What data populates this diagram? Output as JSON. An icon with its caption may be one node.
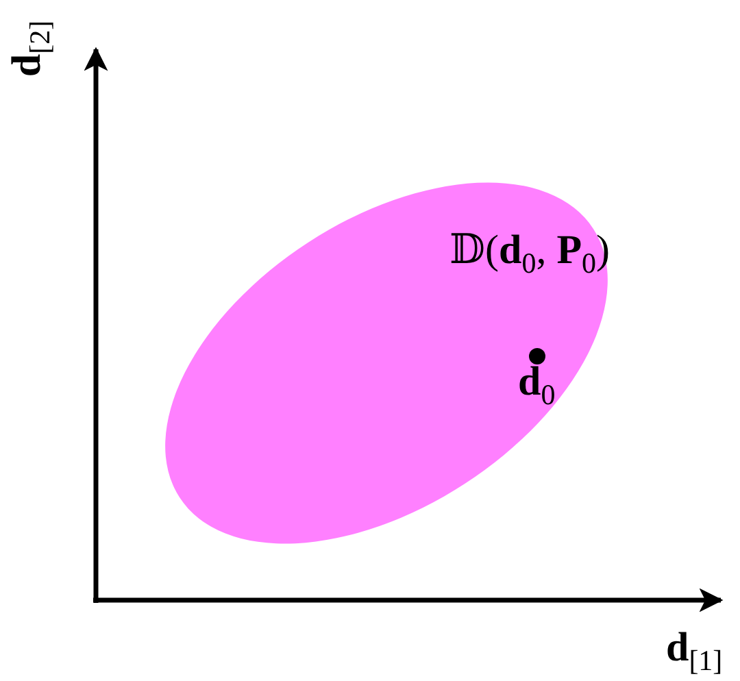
{
  "diagram": {
    "nodes": [
      {
        "text": [
          "𝔻(**d**$_{0}$, **P**$_{0}$)"
        ]
      },
      {
        "text": [
          "**d**$_{0}$"
        ],
        "in": 0
      }
    ],
    "labels": [
      "**d**$_{[2]}$",
      "**d**$_{[1]}$"
    ]
  }
}
